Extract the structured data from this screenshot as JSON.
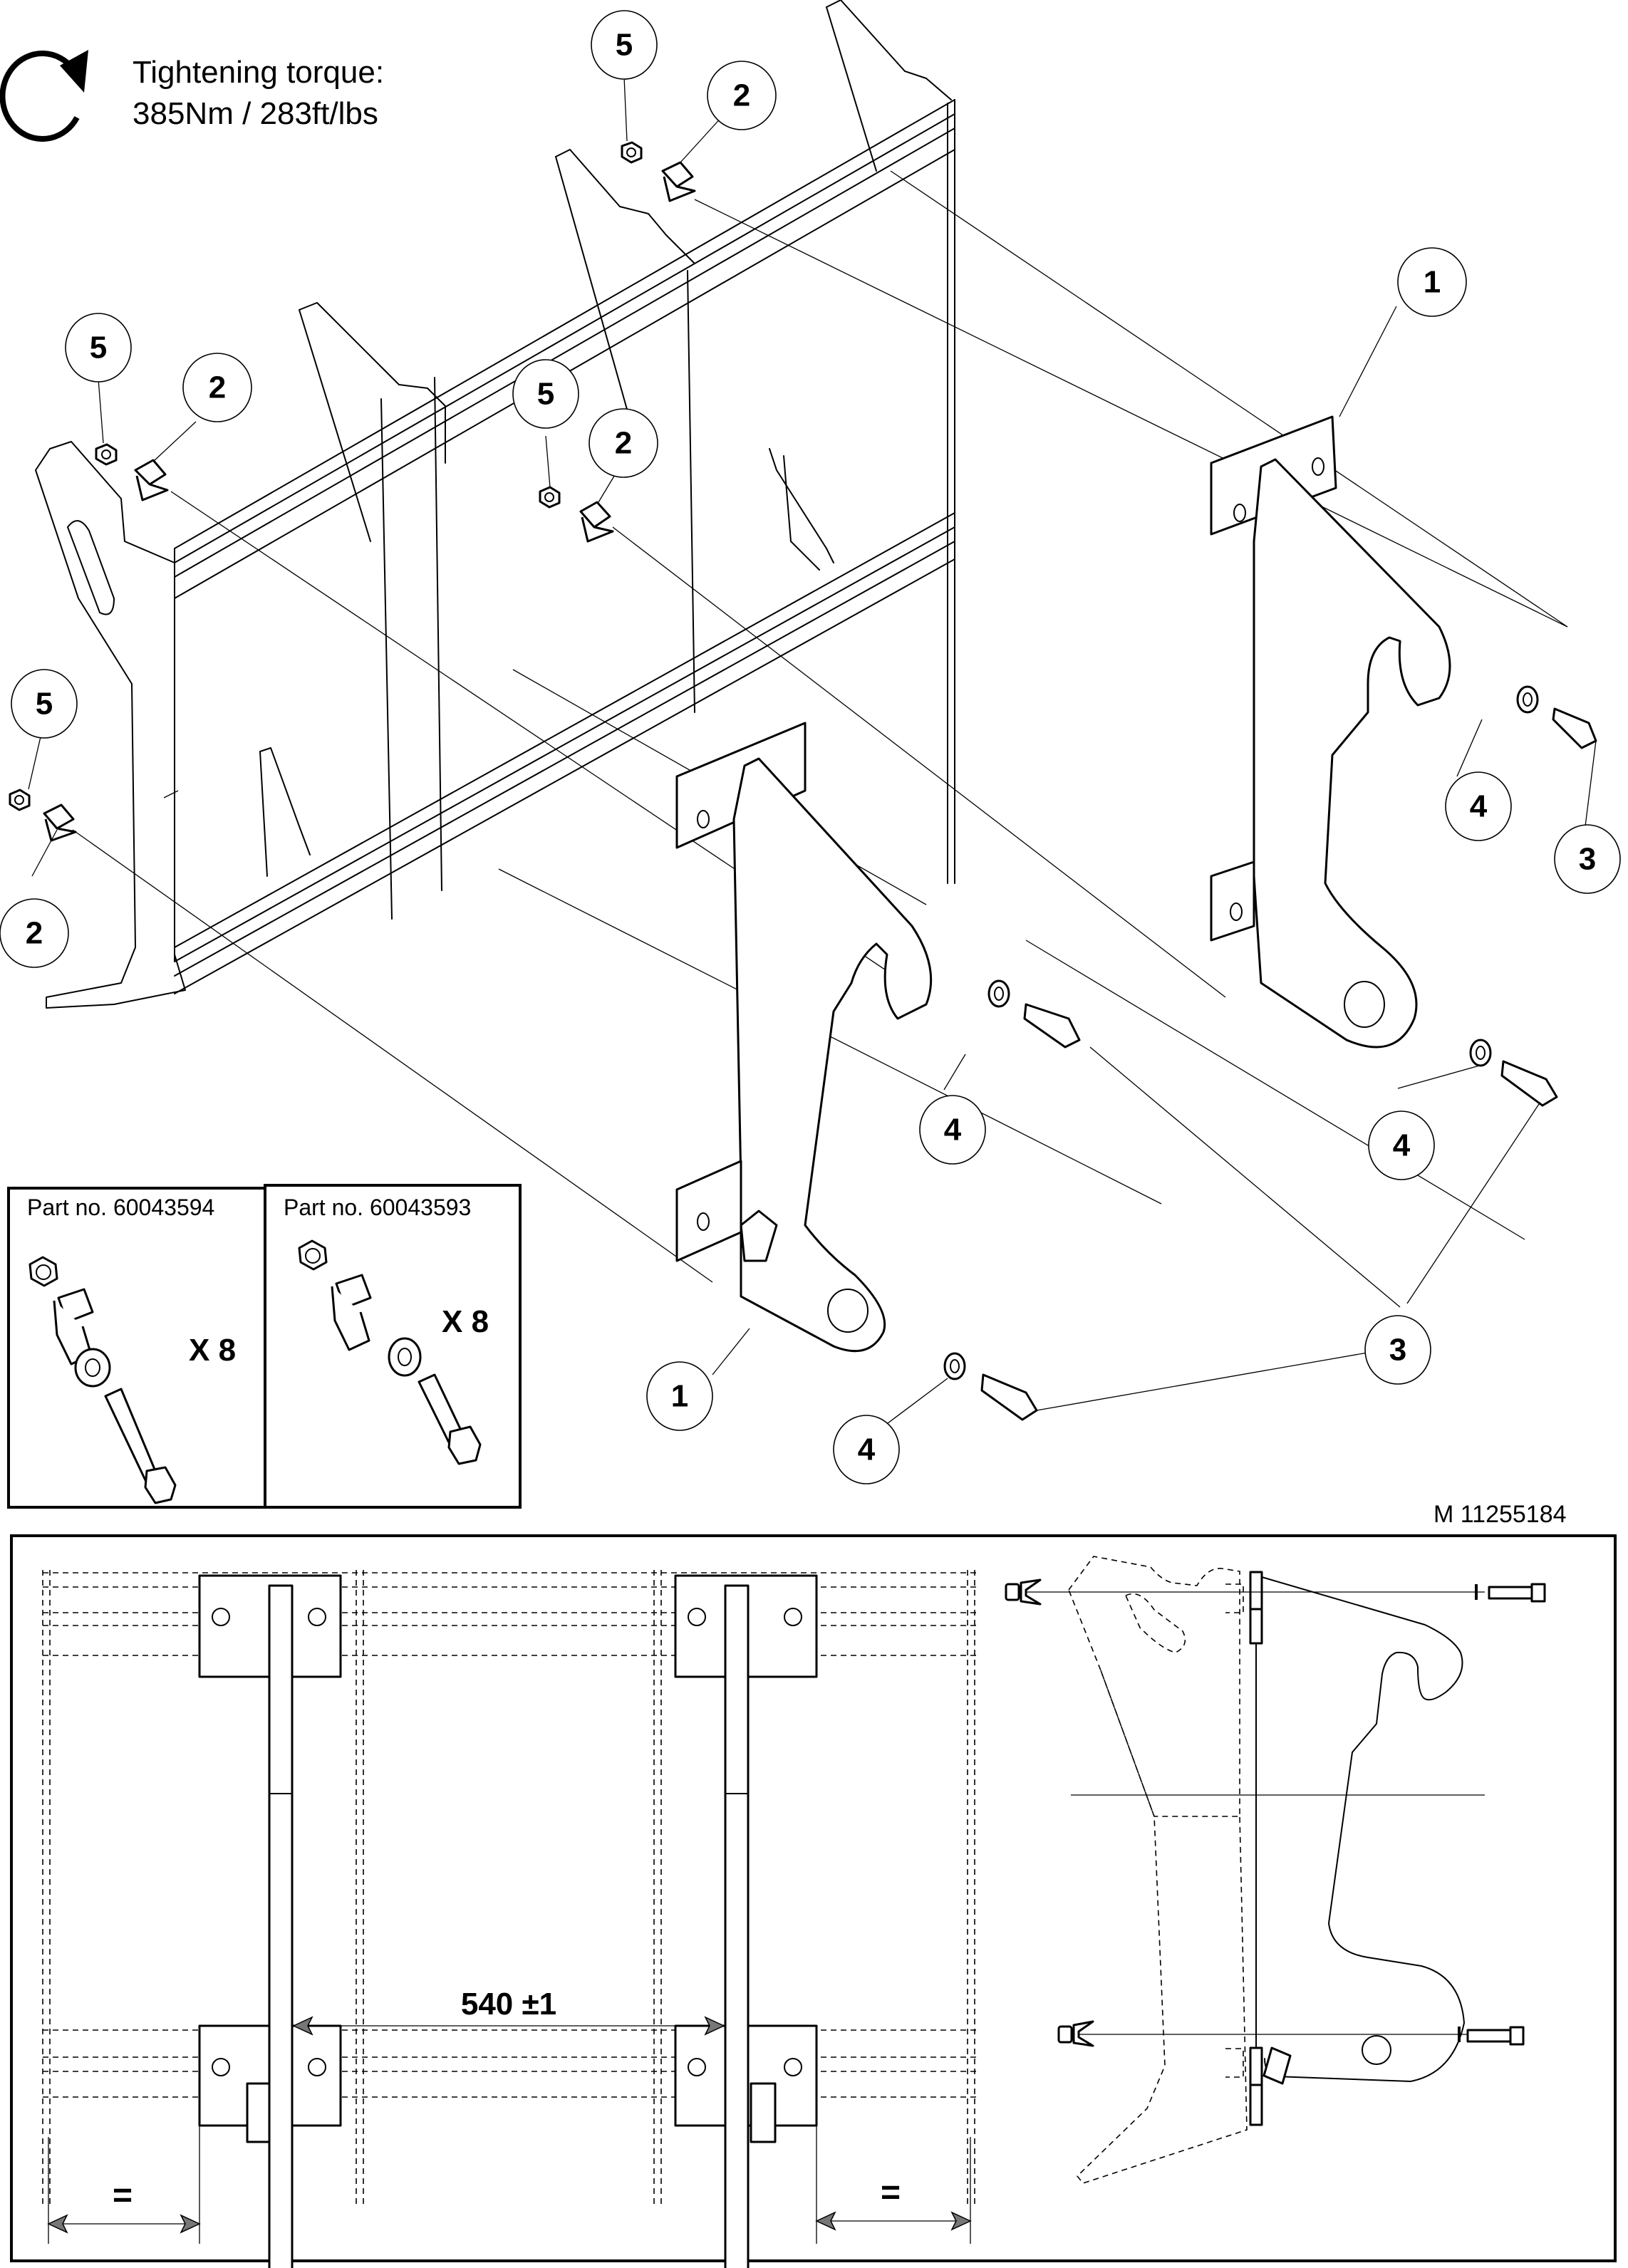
{
  "torque_note": {
    "icon": "rotate-clockwise-icon",
    "line1": "Tightening torque:",
    "line2": "385Nm / 283ft/lbs"
  },
  "callouts": [
    {
      "id": "5",
      "label": "5"
    },
    {
      "id": "2",
      "label": "2"
    },
    {
      "id": "1",
      "label": "1"
    },
    {
      "id": "3",
      "label": "3"
    },
    {
      "id": "4",
      "label": "4"
    }
  ],
  "parts_kits": [
    {
      "title": "Part no. 60043594",
      "quantity": "X 8"
    },
    {
      "title": "Part no. 60043593",
      "quantity": "X 8"
    }
  ],
  "drawing_number": "M 11255184",
  "dimension_panel": {
    "spacing_dimension": "540 ±1",
    "equal_left": "=",
    "equal_right": "="
  }
}
